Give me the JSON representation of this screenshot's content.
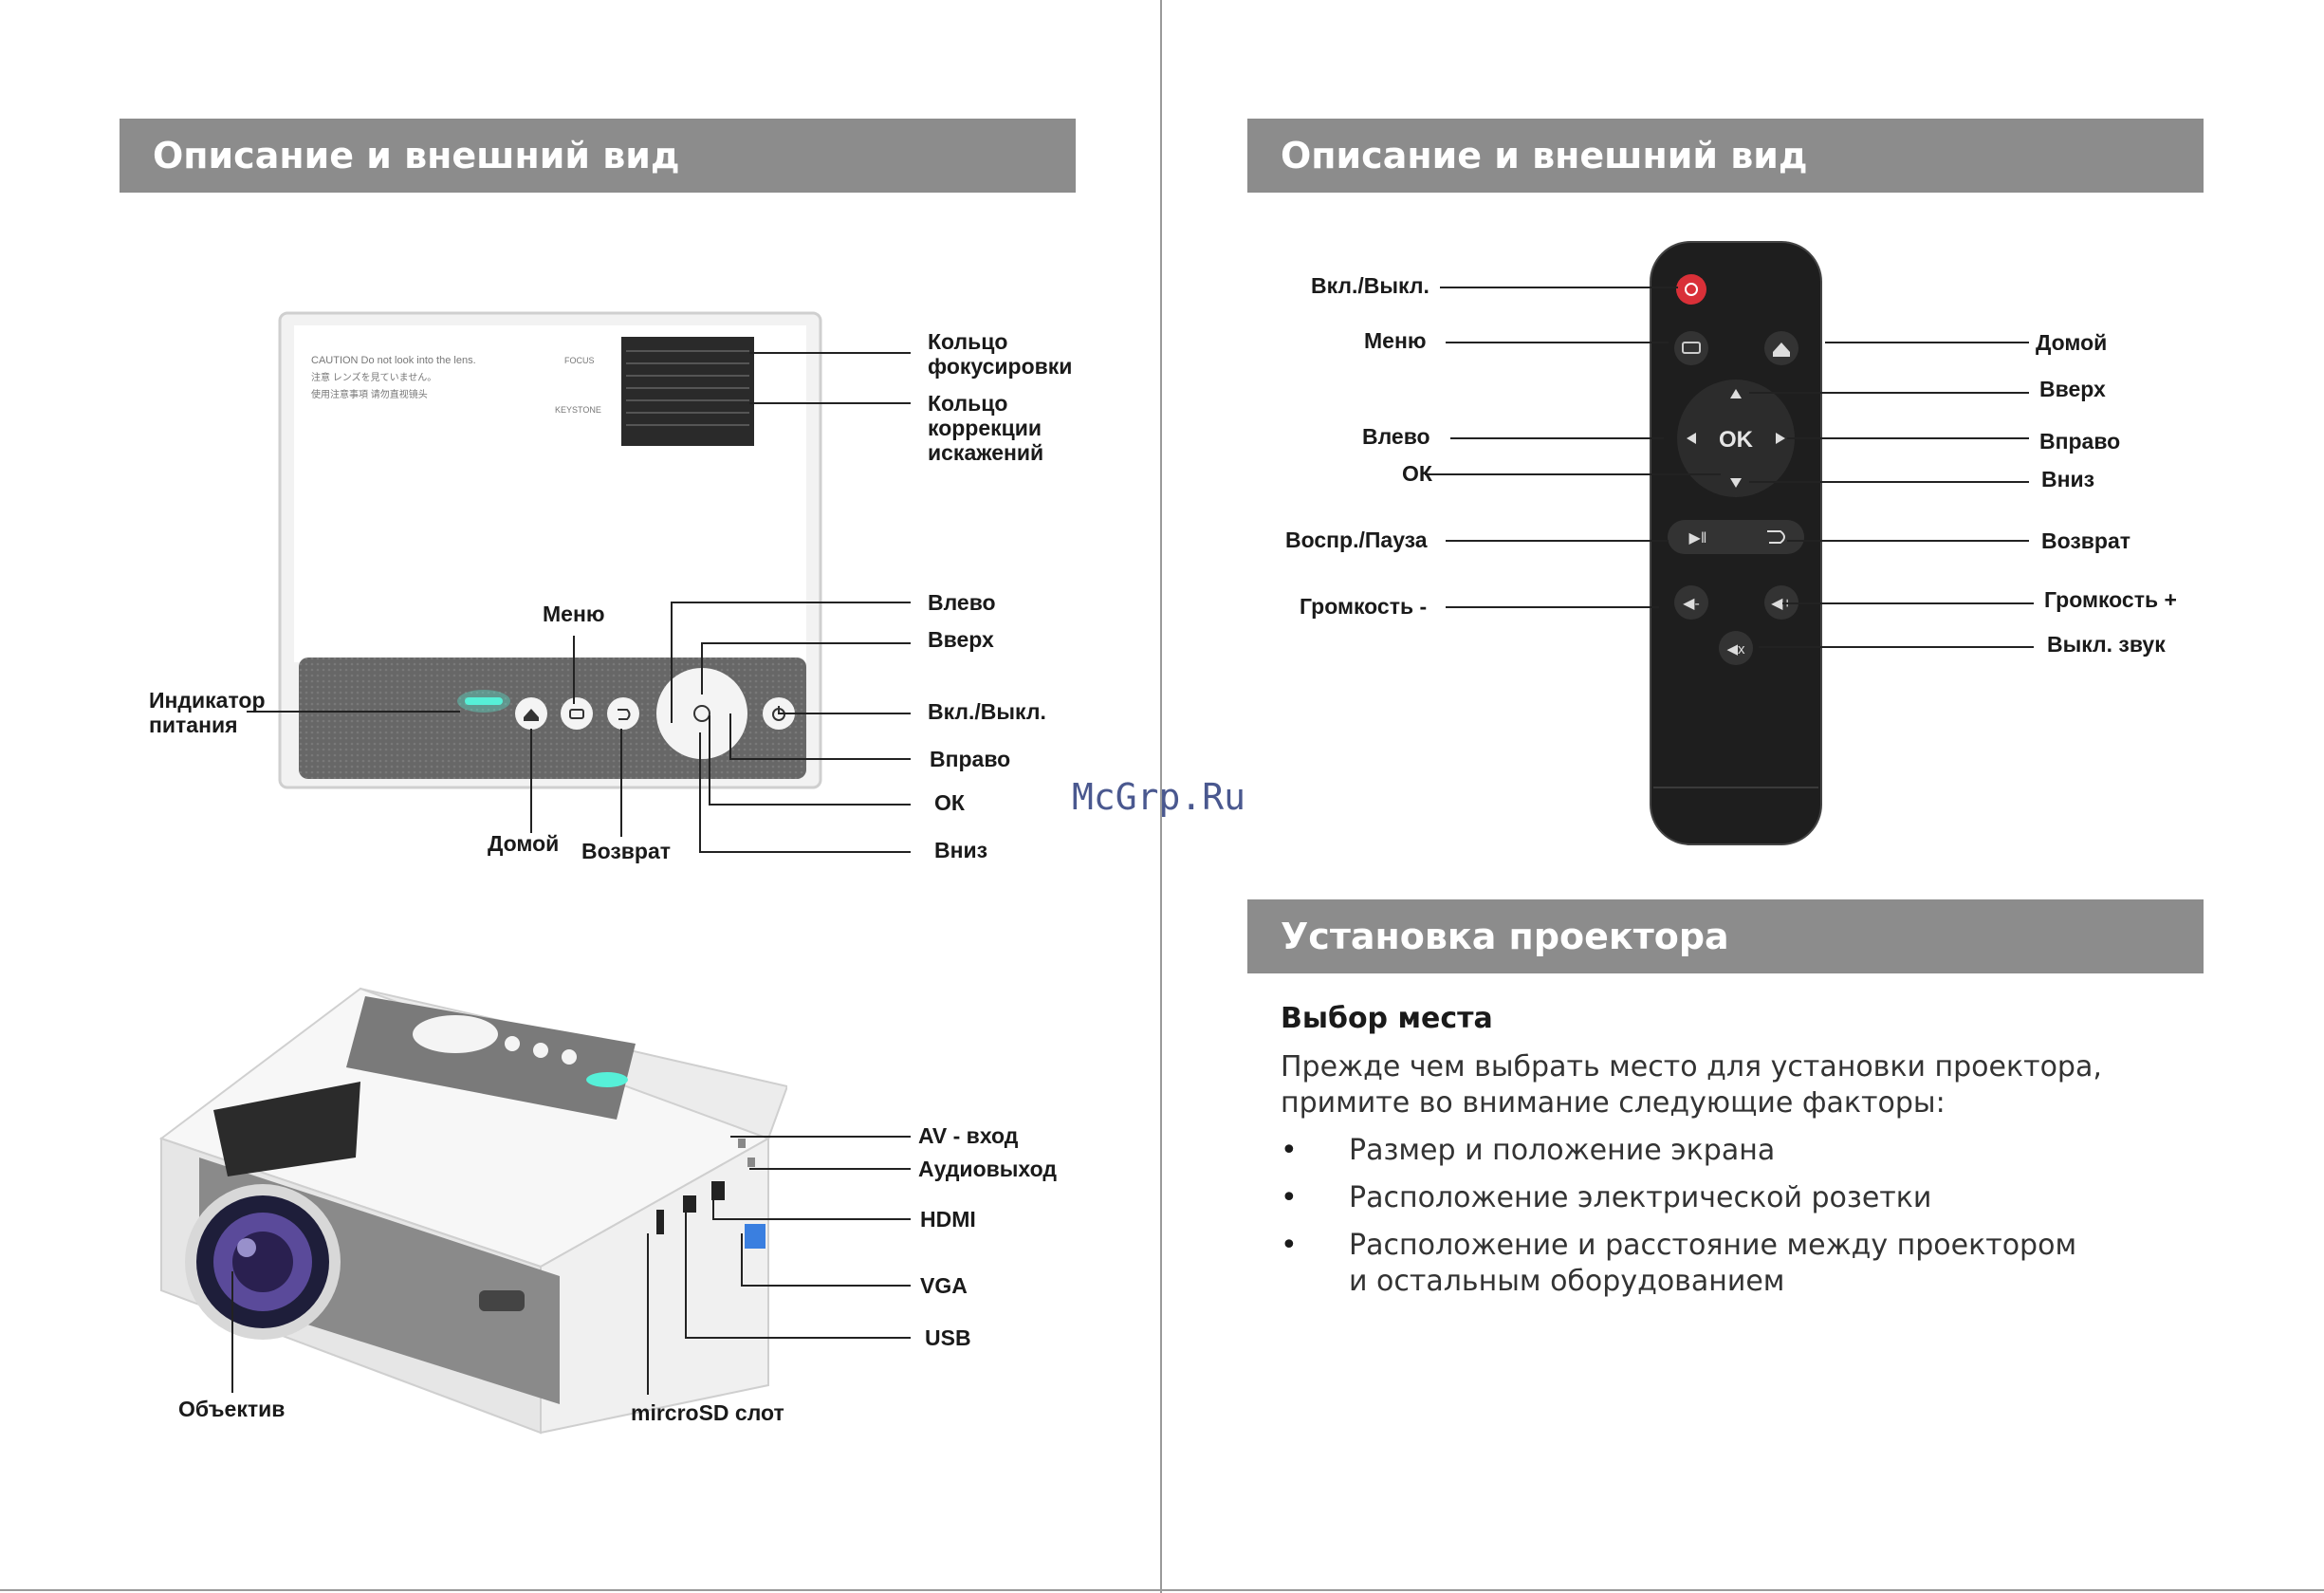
{
  "left": {
    "header": "Описание и внешний вид",
    "top_view_labels": {
      "focus_ring": "Кольцо фокусировки",
      "keystone_ring": "Кольцо коррекции искажений",
      "left": "Влево",
      "up": "Вверх",
      "power": "Вкл./Выкл.",
      "right": "Вправо",
      "ok": "ОК",
      "down": "Вниз",
      "menu": "Меню",
      "indicator": "Индикатор питания",
      "home": "Домой",
      "back": "Возврат"
    },
    "device_print": {
      "caution": "CAUTION  Do not look into the lens.",
      "jp1": "注意 レンズを見ていません。",
      "jp2": "使用注意事項 请勿直视镜头",
      "focus": "FOCUS",
      "keystone": "KEYSTONE"
    },
    "side_view_labels": {
      "av": "AV - вход",
      "audio": "Аудиовыход",
      "hdmi": "HDMI",
      "vga": "VGA",
      "usb": "USB",
      "lens": "Объектив",
      "sd": "mircroSD слот"
    }
  },
  "right": {
    "header": "Описание и внешний вид",
    "remote_labels": {
      "power": "Вкл./Выкл.",
      "menu": "Меню",
      "left": "Влево",
      "ok": "ОК",
      "play": "Воспр./Пауза",
      "vol_down": "Громкость -",
      "home": "Домой",
      "up": "Вверх",
      "right": "Вправо",
      "down": "Вниз",
      "back": "Возврат",
      "vol_up": "Громкость +",
      "mute": "Выкл. звук"
    },
    "remote_ok": "OK",
    "install": {
      "header": "Установка проектора",
      "subheading": "Выбор места",
      "paragraph": "Прежде чем выбрать место для установки проектора, примите во внимание следующие факторы:",
      "bullets": [
        "Размер и положение экрана",
        "Расположение электрической розетки",
        "Расположение и расстояние между проектором и остальным оборудованием"
      ]
    }
  },
  "watermark": "McGrp.Ru"
}
